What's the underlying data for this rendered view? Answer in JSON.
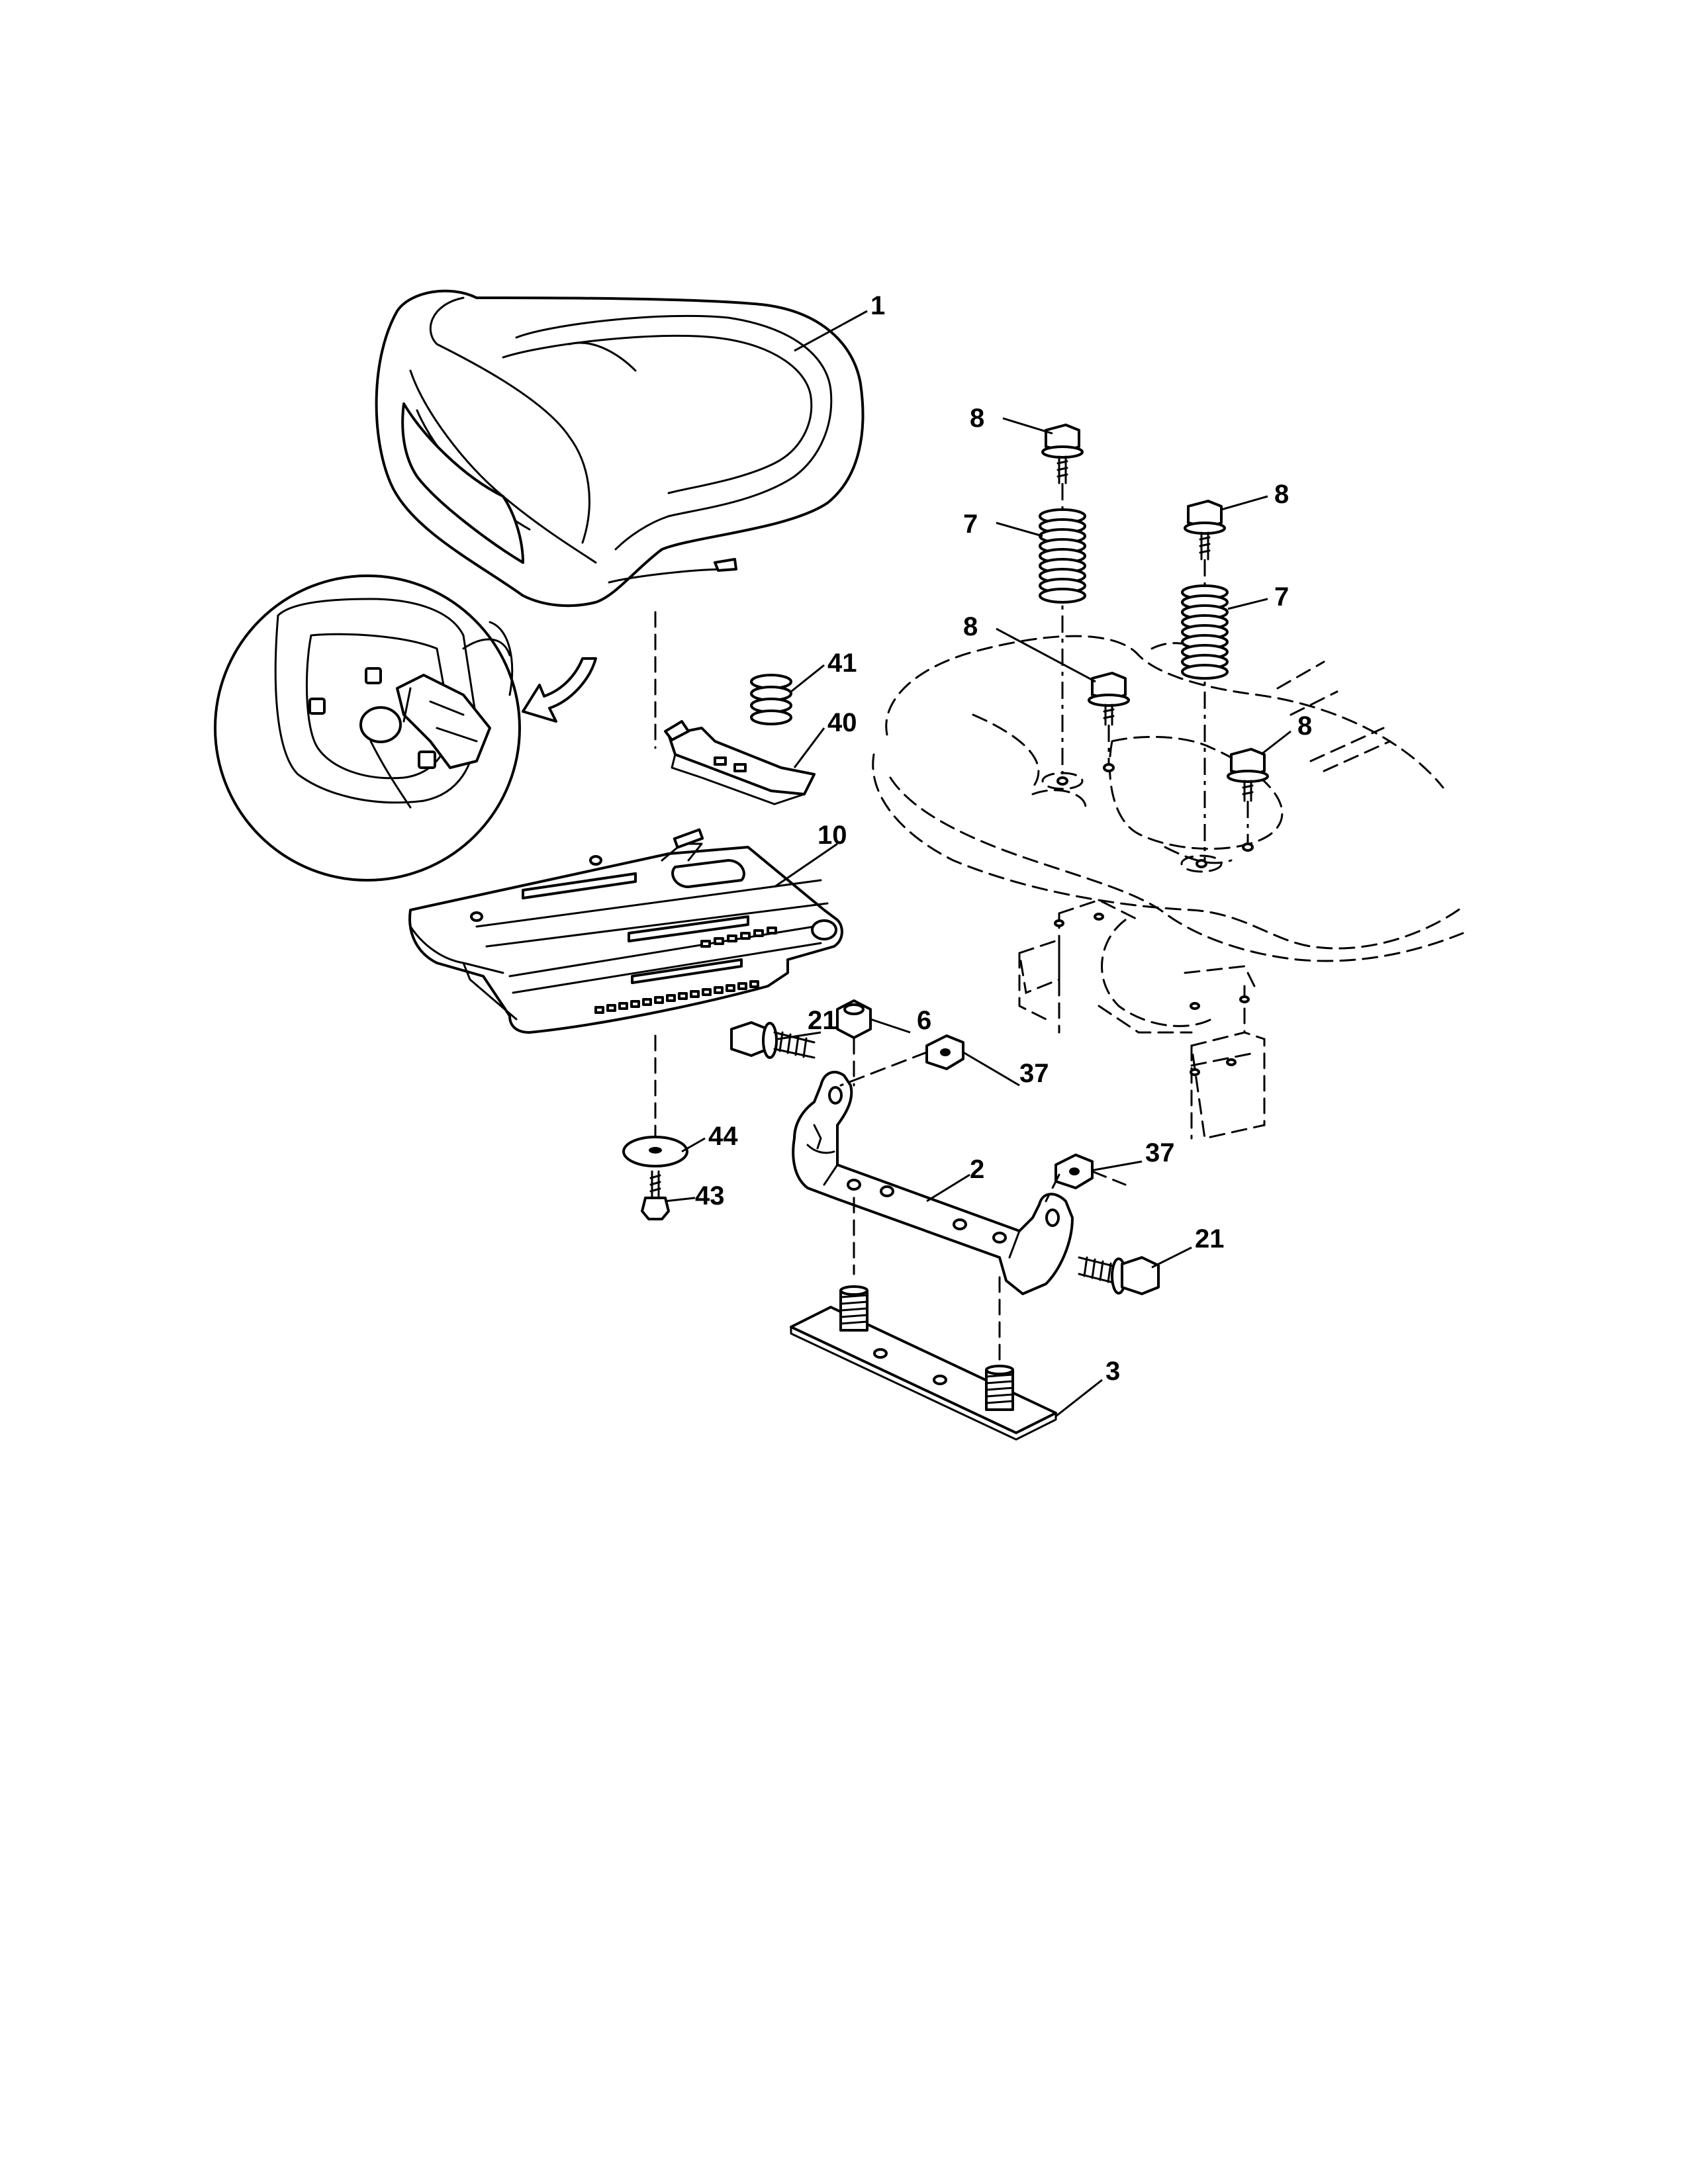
{
  "diagram": {
    "colors": {
      "ink": "#000000",
      "paper": "#ffffff"
    },
    "callouts": {
      "p1": "1",
      "p2": "2",
      "p3": "3",
      "p6": "6",
      "p7a": "7",
      "p7b": "7",
      "p8a": "8",
      "p8b": "8",
      "p8c": "8",
      "p8d": "8",
      "p10": "10",
      "p21a": "21",
      "p21b": "21",
      "p37a": "37",
      "p37b": "37",
      "p40": "40",
      "p41": "41",
      "p43": "43",
      "p44": "44"
    }
  }
}
